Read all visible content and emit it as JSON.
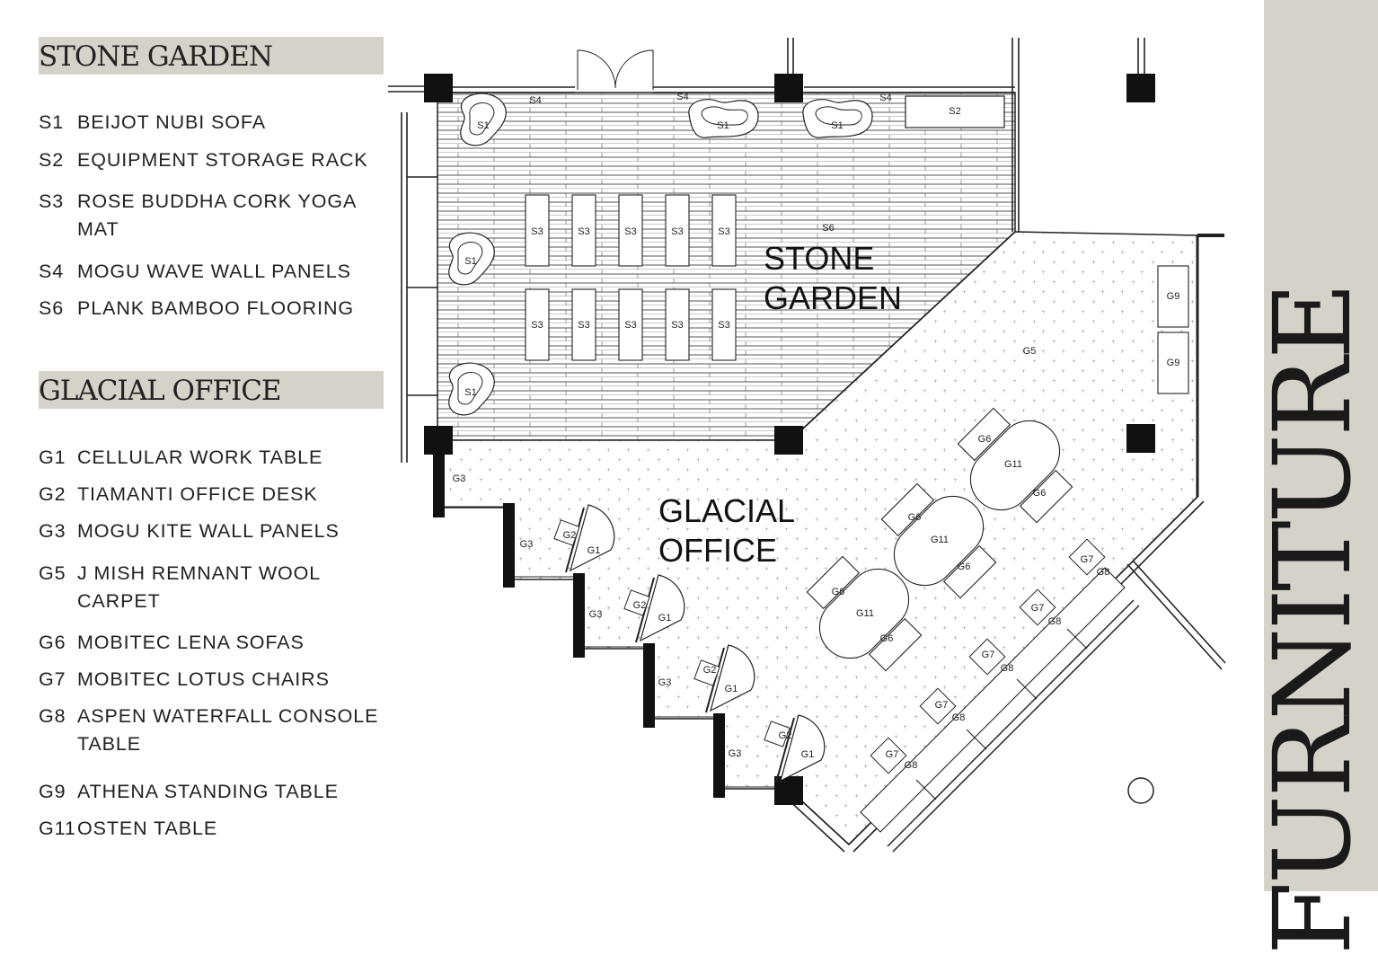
{
  "legend": {
    "stone_garden": {
      "heading": "STONE GARDEN",
      "items": [
        {
          "code": "S1",
          "label": "BEIJOT NUBI SOFA"
        },
        {
          "code": "S2",
          "label": "EQUIPMENT STORAGE RACK"
        },
        {
          "code": "S3",
          "label": "ROSE BUDDHA CORK YOGA MAT"
        },
        {
          "code": "S4",
          "label": "MOGU WAVE WALL PANELS"
        },
        {
          "code": "S6",
          "label": "PLANK BAMBOO FLOORING"
        }
      ]
    },
    "glacial_office": {
      "heading": "GLACIAL OFFICE",
      "items": [
        {
          "code": "G1",
          "label": "CELLULAR WORK TABLE"
        },
        {
          "code": "G2",
          "label": "TIAMANTI OFFICE DESK"
        },
        {
          "code": "G3",
          "label": "MOGU KITE WALL PANELS"
        },
        {
          "code": "G5",
          "label": "J MISH REMNANT WOOL CARPET"
        },
        {
          "code": "G6",
          "label": "MOBITEC LENA SOFAS"
        },
        {
          "code": "G7",
          "label": "MOBITEC LOTUS CHAIRS"
        },
        {
          "code": "G8",
          "label": "ASPEN WATERFALL CONSOLE TABLE"
        },
        {
          "code": "G9",
          "label": "ATHENA STANDING TABLE"
        },
        {
          "code": "G11",
          "label": "OSTEN TABLE"
        }
      ]
    }
  },
  "plan": {
    "room_labels": {
      "stone_garden": [
        "STONE",
        "GARDEN"
      ],
      "glacial_office": [
        "GLACIAL",
        "OFFICE"
      ]
    },
    "codes": {
      "S1": "S1",
      "S2": "S2",
      "S3": "S3",
      "S4": "S4",
      "S6": "S6",
      "G1": "G1",
      "G2": "G2",
      "G3": "G3",
      "G5": "G5",
      "G6": "G6",
      "G7": "G7",
      "G8": "G8",
      "G9": "G9",
      "G11": "G11"
    }
  },
  "side_title": "FURNITURE",
  "colors": {
    "panel": "#d5d2ca",
    "ink": "#1a1a1a",
    "background": "#ffffff"
  }
}
